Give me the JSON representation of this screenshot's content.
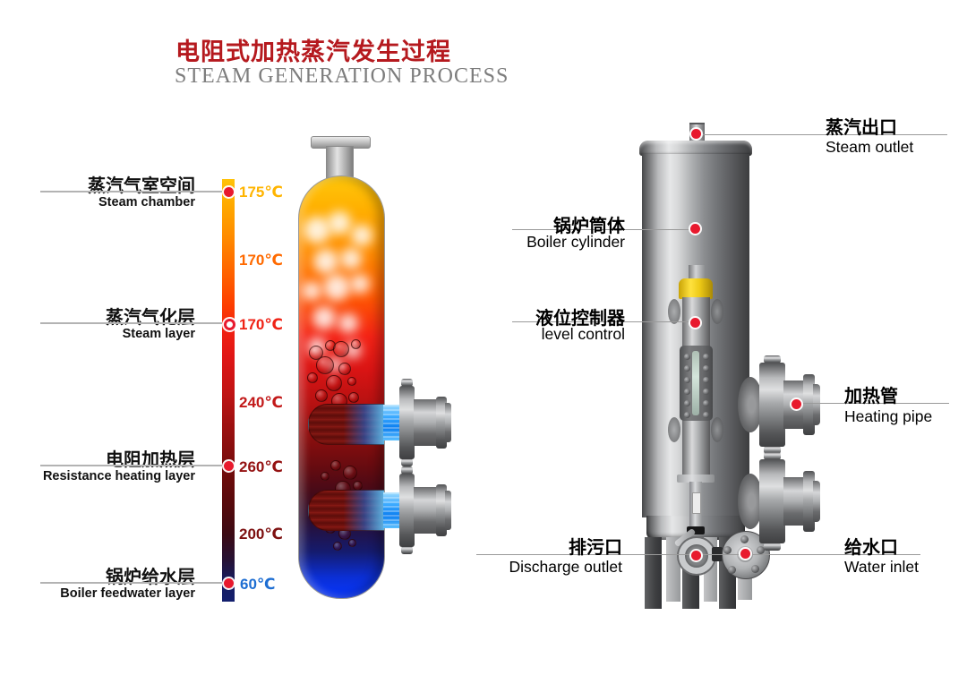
{
  "header": {
    "title_cn": "电阻式加热蒸汽发生过程",
    "title_en": "STEAM GENERATION PROCESS",
    "title_color": "#b5191e",
    "subtitle_color": "#7d7d7d"
  },
  "temperature_scale": {
    "unit": "℃",
    "gradient_top_color": "#ffc30a",
    "gradient_bottom_color": "#131f6e",
    "marks": [
      {
        "label": "175℃",
        "color": "#ffb400",
        "marker": "dot"
      },
      {
        "label": "170℃",
        "color": "#ff6a00",
        "marker": "none"
      },
      {
        "label": "170℃",
        "color": "#ef2215",
        "marker": "ring"
      },
      {
        "label": "240℃",
        "color": "#c21919",
        "marker": "none"
      },
      {
        "label": "260℃",
        "color": "#941212",
        "marker": "dot"
      },
      {
        "label": "200℃",
        "color": "#7d1010",
        "marker": "none"
      },
      {
        "label": "60℃",
        "color": "#1e6ed2",
        "marker": "dot"
      }
    ]
  },
  "layer_labels": [
    {
      "cn": "蒸汽气室空间",
      "en": "Steam chamber"
    },
    {
      "cn": "蒸汽气化层",
      "en": "Steam layer"
    },
    {
      "cn": "电阻加热层",
      "en": "Resistance heating layer"
    },
    {
      "cn": "锅炉给水层",
      "en": "Boiler feedwater layer"
    }
  ],
  "boiler_labels": {
    "steam_outlet": {
      "cn": "蒸汽出口",
      "en": "Steam outlet"
    },
    "boiler_cylinder": {
      "cn": "锅炉筒体",
      "en": "Boiler cylinder"
    },
    "level_control": {
      "cn": "液位控制器",
      "en": "level control"
    },
    "heating_pipe": {
      "cn": "加热管",
      "en": "Heating pipe"
    },
    "discharge_outlet": {
      "cn": "排污口",
      "en": "Discharge outlet"
    },
    "water_inlet": {
      "cn": "给水口",
      "en": "Water inlet"
    }
  },
  "marker_color": "#e8192d"
}
